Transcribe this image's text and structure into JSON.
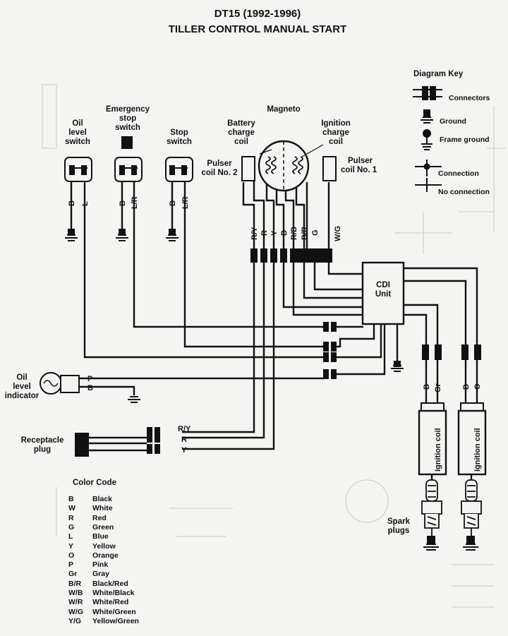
{
  "title": {
    "line1": "DT15 (1992-1996)",
    "line2": "TILLER CONTROL MANUAL START"
  },
  "key": {
    "heading": "Diagram Key",
    "connectors": "Connectors",
    "ground": "Ground",
    "frame_ground": "Frame ground",
    "connection": "Connection",
    "no_connection": "No connection"
  },
  "components": {
    "oil_level_switch": [
      "Oil",
      "level",
      "switch"
    ],
    "emergency_stop_switch": [
      "Emergency",
      "stop",
      "switch"
    ],
    "stop_switch": [
      "Stop",
      "switch"
    ],
    "magneto": "Magneto",
    "battery_charge_coil": [
      "Battery",
      "charge",
      "coil"
    ],
    "ignition_charge_coil": [
      "Ignition",
      "charge",
      "coil"
    ],
    "pulser_coil_2": [
      "Pulser",
      "coil No. 2"
    ],
    "pulser_coil_1": [
      "Pulser",
      "coil No. 1"
    ],
    "cdi_unit": [
      "CDI",
      "Unit"
    ],
    "oil_level_indicator": [
      "Oil",
      "level",
      "indicator"
    ],
    "receptacle_plug": [
      "Receptacle",
      "plug"
    ],
    "ignition_coil": "Ignition coil",
    "spark_plugs": [
      "Spark",
      "plugs"
    ]
  },
  "wire_labels": {
    "oil_switch": [
      "B",
      "L"
    ],
    "emergency_switch": [
      "B",
      "L/R"
    ],
    "stop_switch": [
      "B",
      "L/R"
    ],
    "magneto": [
      "R/Y",
      "R",
      "Y",
      "B",
      "R/B",
      "B/R",
      "G",
      "W/G"
    ],
    "indicator": [
      "P",
      "B"
    ],
    "receptacle": [
      "R/Y",
      "R",
      "Y"
    ],
    "coil_left": [
      "B",
      "Gr"
    ],
    "coil_right": [
      "B",
      "O"
    ]
  },
  "color_code": {
    "heading": "Color Code",
    "entries": [
      {
        "code": "B",
        "color": "Black"
      },
      {
        "code": "W",
        "color": "White"
      },
      {
        "code": "R",
        "color": "Red"
      },
      {
        "code": "G",
        "color": "Green"
      },
      {
        "code": "L",
        "color": "Blue"
      },
      {
        "code": "Y",
        "color": "Yellow"
      },
      {
        "code": "O",
        "color": "Orange"
      },
      {
        "code": "P",
        "color": "Pink"
      },
      {
        "code": "Gr",
        "color": "Gray"
      },
      {
        "code": "B/R",
        "color": "Black/Red"
      },
      {
        "code": "W/B",
        "color": "White/Black"
      },
      {
        "code": "W/R",
        "color": "White/Red"
      },
      {
        "code": "W/G",
        "color": "White/Green"
      },
      {
        "code": "Y/G",
        "color": "Yellow/Green"
      }
    ]
  }
}
